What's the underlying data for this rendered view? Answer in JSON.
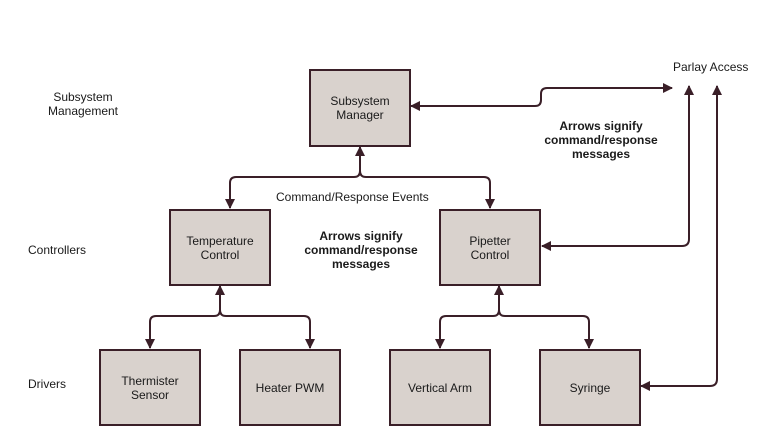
{
  "layers": {
    "management": "Subsystem\nManagement",
    "controllers": "Controllers",
    "drivers": "Drivers"
  },
  "boxes": {
    "subsystem_manager": "Subsystem\nManager",
    "temperature_control": "Temperature\nControl",
    "pipetter_control": "Pipetter\nControl",
    "thermister_sensor": "Thermister\nSensor",
    "heater_pwm": "Heater PWM",
    "vertical_arm": "Vertical Arm",
    "syringe": "Syringe"
  },
  "labels": {
    "parlay_access": "Parlay Access",
    "command_response_events": "Command/Response Events"
  },
  "notes": {
    "note_top": "Arrows signify\ncommand/response\nmessages",
    "note_middle": "Arrows signify\ncommand/response\nmessages"
  },
  "colors": {
    "box_fill": "#d9d2cd",
    "line": "#3a1f28"
  }
}
